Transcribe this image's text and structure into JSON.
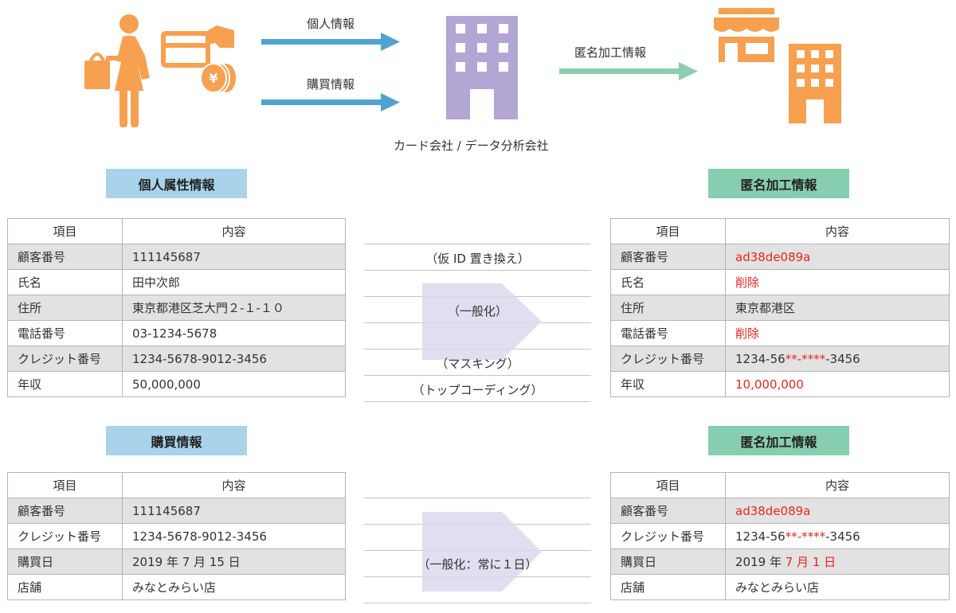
{
  "colors": {
    "orange": "#f7a04f",
    "purple": "#b3a6d4",
    "blue_arrow": "#4fa3d1",
    "green_arrow": "#8ccfb0",
    "blue_header": "#a9d3ea",
    "green_header": "#87cdb0",
    "red": "#e8261c",
    "method_arrow": "#dcd8ec"
  },
  "icons": {
    "consumer": "shopper-with-bag-icon",
    "card_payment": "card-and-yen-coins-icon",
    "company": "office-building-icon",
    "store": "storefront-icon",
    "recipient_building": "office-building-icon"
  },
  "flow": {
    "arrow1_label": "個人情報",
    "arrow2_label": "購買情報",
    "company_label": "カード会社 / データ分析会社",
    "arrow3_label": "匿名加工情報"
  },
  "section1": {
    "left_header": "個人属性情報",
    "right_header": "匿名加工情報",
    "col_item": "項目",
    "col_content": "内容",
    "left_rows": [
      {
        "item": "顧客番号",
        "value": "111145687"
      },
      {
        "item": "氏名",
        "value": "田中次郎"
      },
      {
        "item": "住所",
        "value": "東京都港区芝大門２-１-１０"
      },
      {
        "item": "電話番号",
        "value": "03-1234-5678"
      },
      {
        "item": "クレジット番号",
        "value": "1234-5678-9012-3456"
      },
      {
        "item": "年収",
        "value": "50,000,000"
      }
    ],
    "right_rows": [
      {
        "item": "顧客番号",
        "value": "ad38de089a"
      },
      {
        "item": "氏名",
        "value": "削除"
      },
      {
        "item": "住所",
        "value": "東京都港区"
      },
      {
        "item": "電話番号",
        "value": "削除"
      },
      {
        "item": "クレジット番号",
        "value_plain": "1234-56",
        "value_red": "**-****",
        "value_tail": "-3456"
      },
      {
        "item": "年収",
        "value": "10,000,000"
      }
    ],
    "methods": [
      "（仮 ID 置き換え）",
      "（一般化）",
      "（マスキング）",
      "（トップコーディング）"
    ]
  },
  "section2": {
    "left_header": "購買情報",
    "right_header": "匿名加工情報",
    "col_item": "項目",
    "col_content": "内容",
    "left_rows": [
      {
        "item": "顧客番号",
        "value": "111145687"
      },
      {
        "item": "クレジット番号",
        "value": "1234-5678-9012-3456"
      },
      {
        "item": "購買日",
        "value": "2019 年 7 月 15 日"
      },
      {
        "item": "店舗",
        "value": "みなとみらい店"
      }
    ],
    "right_rows": [
      {
        "item": "顧客番号",
        "value": "ad38de089a"
      },
      {
        "item": "クレジット番号",
        "value_plain": "1234-56",
        "value_red": "**-****",
        "value_tail": "-3456"
      },
      {
        "item": "購買日",
        "value_plain": "2019 年 ",
        "value_red": "7 月 1 日",
        "value_tail": ""
      },
      {
        "item": "店舗",
        "value": "みなとみらい店"
      }
    ],
    "method": "（一般化：常に１日）"
  }
}
